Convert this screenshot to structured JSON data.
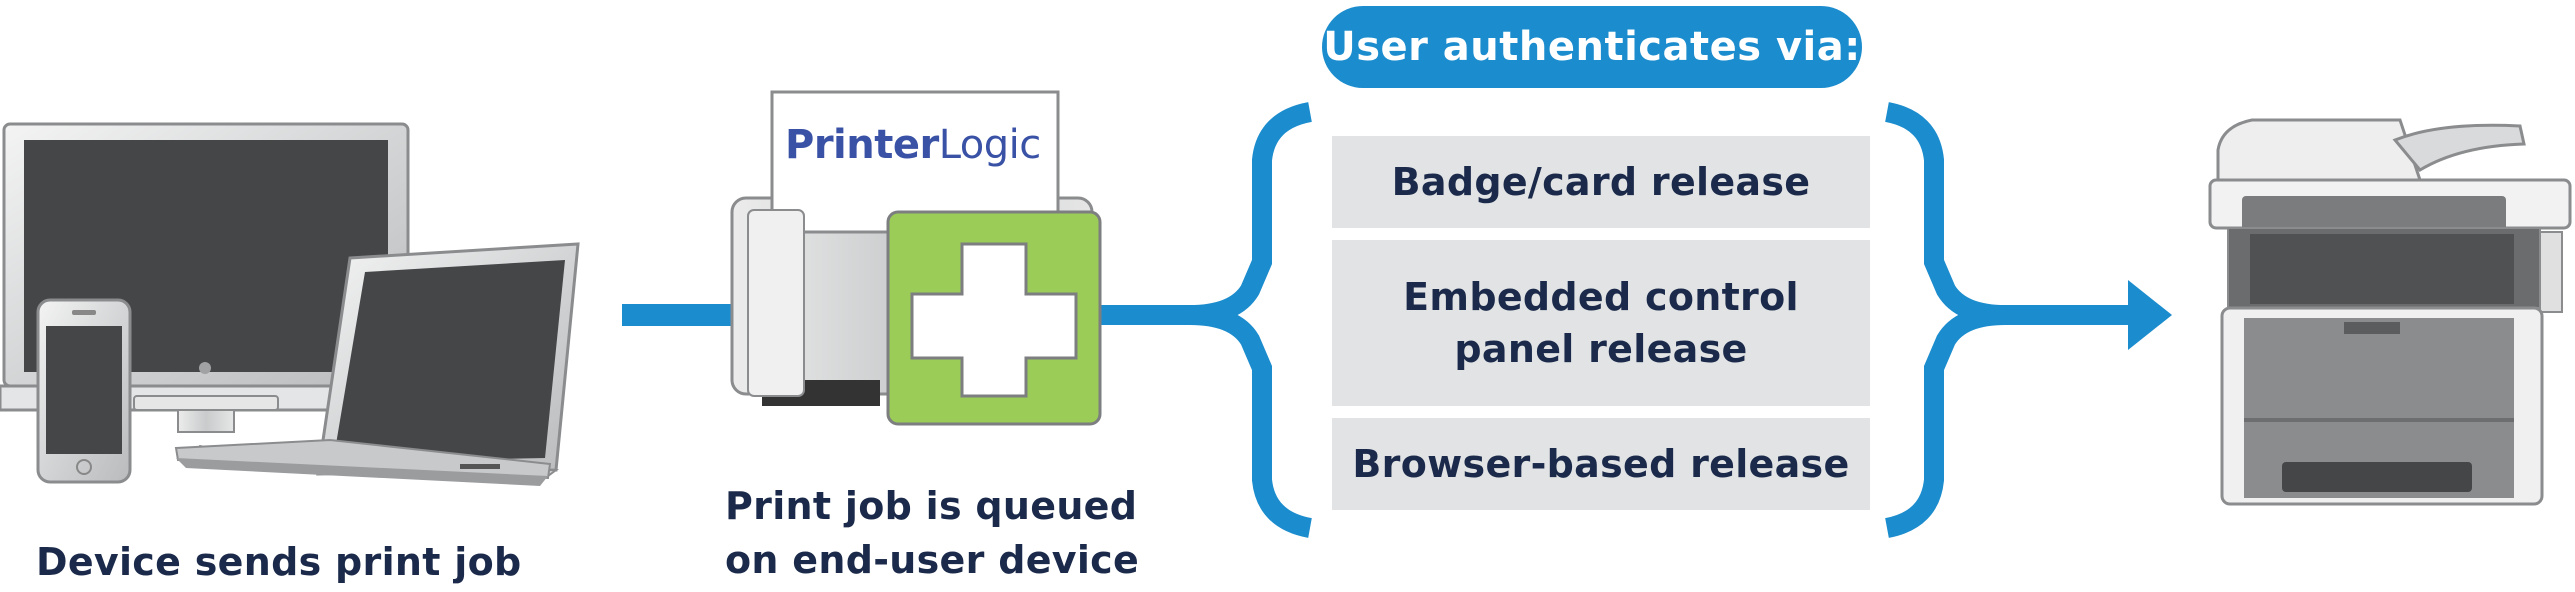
{
  "steps": {
    "device": {
      "caption": "Device sends print job"
    },
    "queue": {
      "caption_line1": "Print job is queued",
      "caption_line2": "on end-user device",
      "logo_bold": "Printer",
      "logo_regular": "Logic"
    },
    "auth": {
      "title": "User authenticates via:",
      "options": [
        {
          "line1": "Badge/card release",
          "line2": ""
        },
        {
          "line1": "Embedded control",
          "line2": "panel release"
        },
        {
          "line1": "Browser-based release",
          "line2": ""
        }
      ]
    },
    "printer": {}
  },
  "colors": {
    "accent_blue": "#1b8ccd",
    "navy_text": "#1b2a4a",
    "option_bg": "#e1e3e4",
    "plus_green": "#9ccc58",
    "screen_dark": "#444648",
    "logo_blue": "#3a52a6"
  },
  "icons": [
    "desktop-monitor-icon",
    "laptop-icon",
    "smartphone-icon",
    "print-queue-icon",
    "plus-icon",
    "multifunction-printer-icon",
    "arrow-right-icon"
  ]
}
